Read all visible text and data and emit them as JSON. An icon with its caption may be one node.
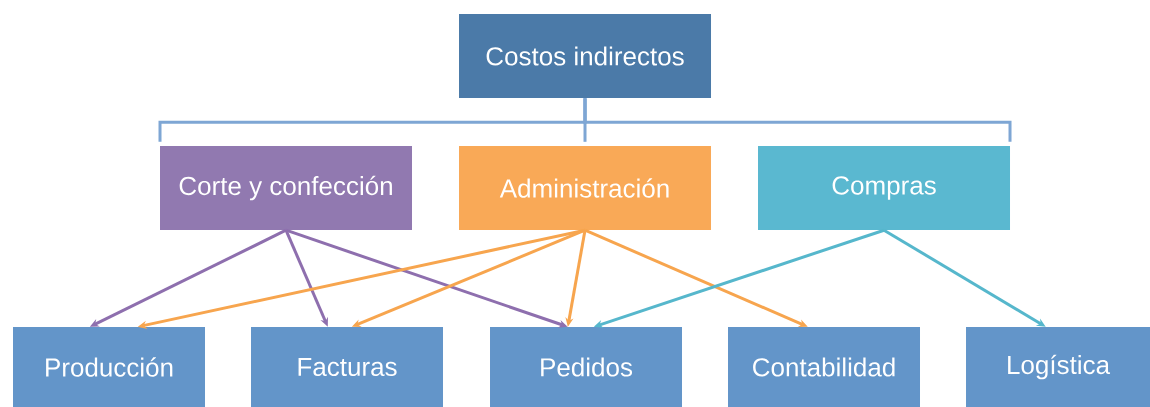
{
  "diagram": {
    "nodes": [
      {
        "text": [
          "Costos indirectos"
        ]
      },
      {
        "text": [
          "Corte y confección"
        ]
      },
      {
        "text": [
          "Administración"
        ]
      },
      {
        "text": [
          "Compras"
        ]
      },
      {
        "text": [
          "Producción"
        ]
      },
      {
        "text": [
          "Facturas"
        ]
      },
      {
        "text": [
          "Pedidos"
        ]
      },
      {
        "text": [
          "Contabilidad"
        ]
      },
      {
        "text": [
          "Logística"
        ]
      }
    ],
    "edges": [
      {
        "from": 0,
        "to": 1,
        "arrow": "none",
        "color": "#7ea6d4"
      },
      {
        "from": 0,
        "to": 2,
        "arrow": "none",
        "color": "#7ea6d4"
      },
      {
        "from": 0,
        "to": 3,
        "arrow": "none",
        "color": "#7ea6d4"
      },
      {
        "from": 1,
        "to": 4,
        "arrow": "to",
        "color": "#8e6fae"
      },
      {
        "from": 1,
        "to": 5,
        "arrow": "to",
        "color": "#8e6fae"
      },
      {
        "from": 1,
        "to": 6,
        "arrow": "to",
        "color": "#8e6fae"
      },
      {
        "from": 2,
        "to": 4,
        "arrow": "to",
        "color": "#f7a54e"
      },
      {
        "from": 2,
        "to": 5,
        "arrow": "to",
        "color": "#f7a54e"
      },
      {
        "from": 2,
        "to": 6,
        "arrow": "to",
        "color": "#f7a54e"
      },
      {
        "from": 2,
        "to": 7,
        "arrow": "to",
        "color": "#f7a54e"
      },
      {
        "from": 3,
        "to": 6,
        "arrow": "to",
        "color": "#56b7cc"
      },
      {
        "from": 3,
        "to": 8,
        "arrow": "to",
        "color": "#56b7cc"
      }
    ]
  }
}
